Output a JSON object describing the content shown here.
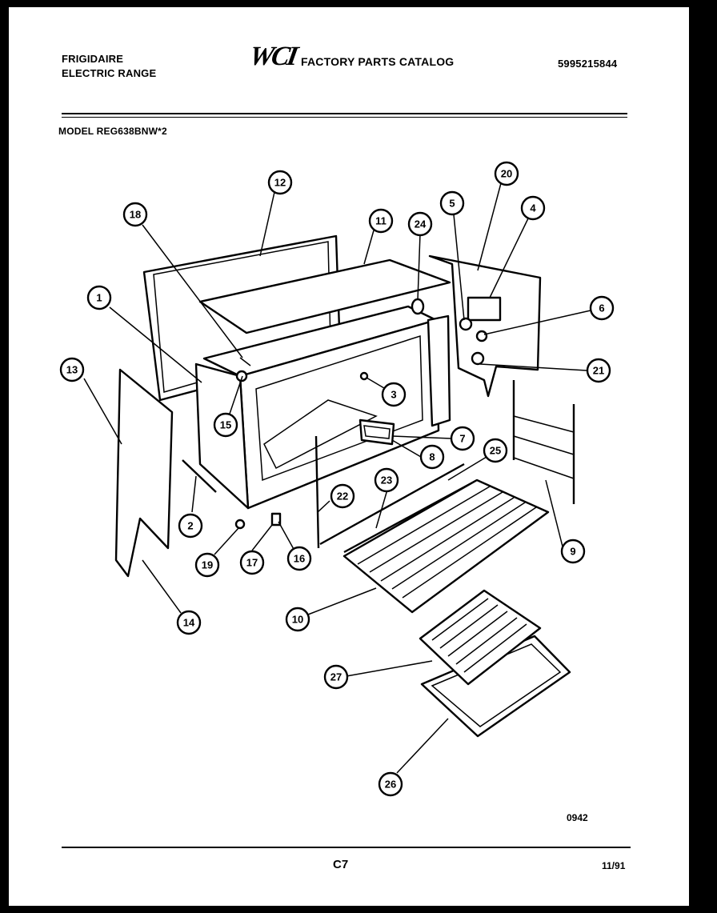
{
  "header": {
    "brand_line1": "FRIGIDAIRE",
    "brand_line2": "ELECTRIC RANGE",
    "logo_text": "WCI",
    "catalog_title": "FACTORY PARTS CATALOG",
    "catalog_number": "5995215844",
    "model_line": "MODEL REG638BNW*2"
  },
  "diagram": {
    "callouts": [
      "1",
      "2",
      "3",
      "4",
      "5",
      "6",
      "7",
      "8",
      "9",
      "10",
      "11",
      "12",
      "13",
      "14",
      "15",
      "16",
      "16",
      "17",
      "18",
      "19",
      "20",
      "21",
      "22",
      "23",
      "24",
      "25",
      "26",
      "27"
    ]
  },
  "footer": {
    "drawing_number": "0942",
    "page_code": "C7",
    "date": "11/91"
  }
}
